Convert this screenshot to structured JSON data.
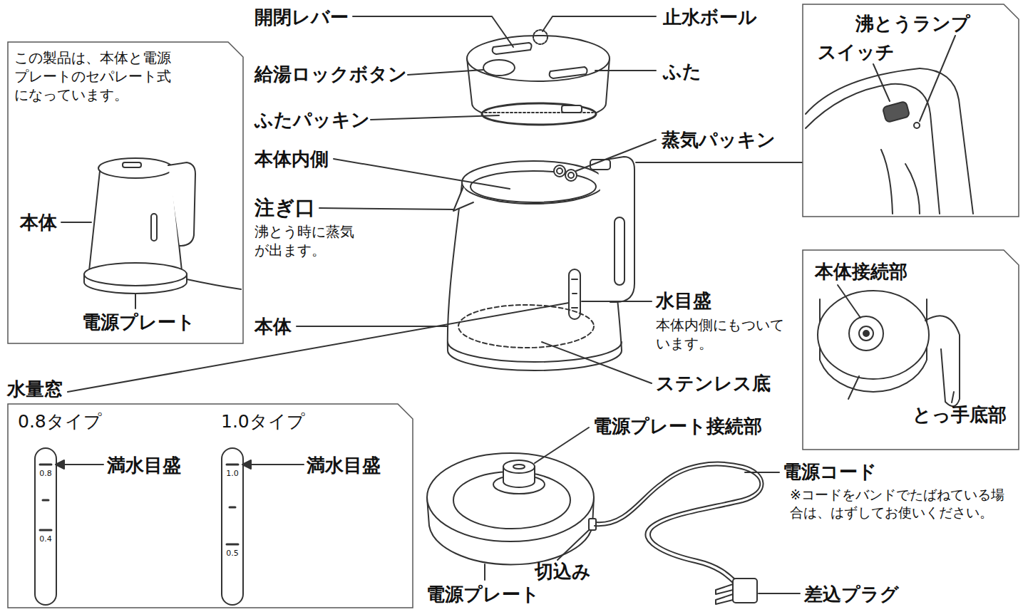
{
  "diagram": {
    "nodes": [
      {
        "text": [
          "この製品は、本体と電源プレートのセパレート式になっています。",
          "本体",
          "電源プレート"
        ]
      },
      {
        "text": [
          "沸とうランプ",
          "スイッチ"
        ]
      },
      {
        "text": [
          "本体接続部",
          "とっ手底部"
        ]
      },
      {
        "text": [
          "0.8タイプ",
          "1.0タイプ",
          "満水目盛",
          "満水目盛"
        ]
      },
      {
        "text": [
          "0.8",
          "0.4"
        ],
        "in": 3
      },
      {
        "text": [
          "1.0",
          "0.5"
        ],
        "in": 3
      }
    ],
    "labels": [
      "開閉レバー",
      "止水ボール",
      "給湯ロックボタン",
      "ふた",
      "ふたパッキン",
      "蒸気パッキン",
      "本体内側",
      "注ぎ口",
      "沸とう時に蒸気が出ます。",
      "本体",
      "水目盛",
      "本体内側にもついています。",
      "ステンレス底",
      "水量窓",
      "電源プレート接続部",
      "電源コード",
      "※コードをバンドでたばねている場合は、はずしてお使いください。",
      "切込み",
      "電源プレート",
      "差込プラグ"
    ]
  }
}
